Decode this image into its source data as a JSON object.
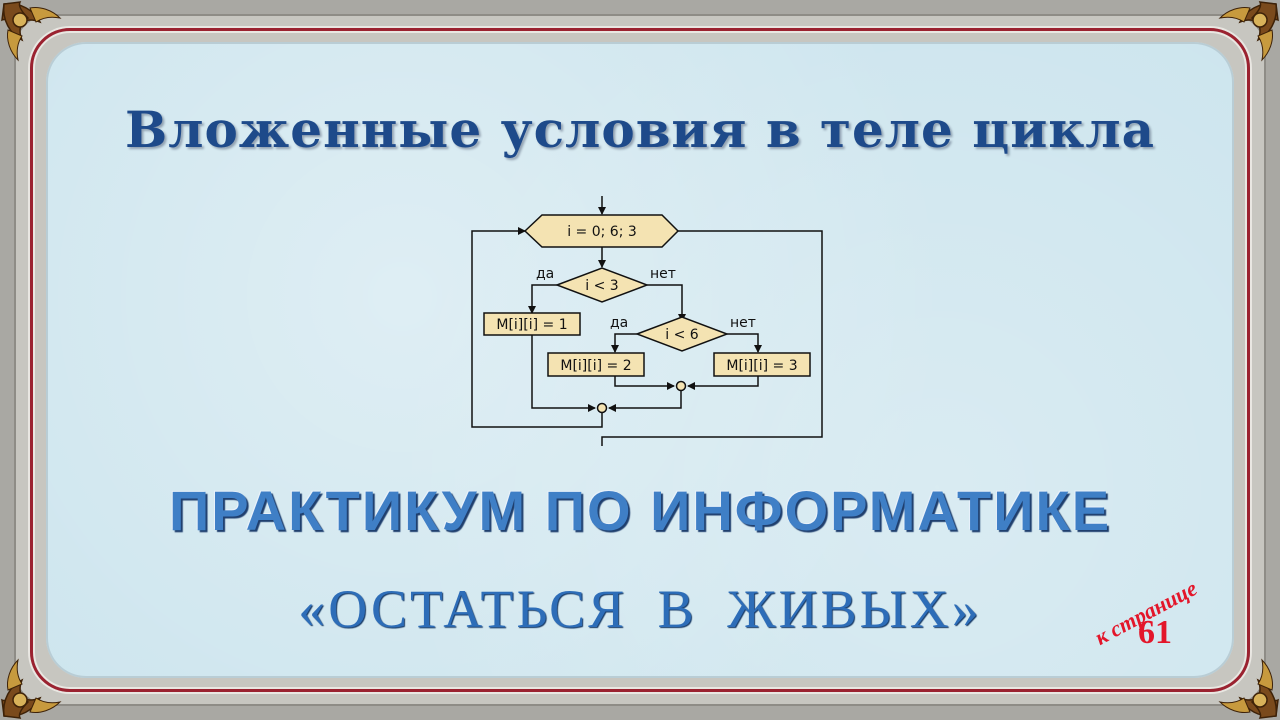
{
  "title": "Вложенные условия в теле цикла",
  "flowchart": {
    "loop": "i = 0; 6; 3",
    "cond1": "i < 3",
    "cond2": "i < 6",
    "yes1": "да",
    "no1": "нет",
    "yes2": "да",
    "no2": "нет",
    "assign1": "M[i][i] = 1",
    "assign2": "M[i][i] = 2",
    "assign3": "M[i][i] = 3"
  },
  "practicum": "ПРАКТИКУМ ПО ИНФОРМАТИКЕ",
  "subtitle": "«ОСТАТЬСЯ В ЖИВЫХ»",
  "page_note": {
    "label": "к странице",
    "number": "61"
  },
  "colors": {
    "title": "#1e4a8a",
    "practicum": "#3f7fc6",
    "subtitle": "#2d6db8",
    "page_note": "#e3162a",
    "block_fill": "#f4e3b2",
    "panel": "#cde5ee",
    "frame_red": "#9b2230"
  }
}
